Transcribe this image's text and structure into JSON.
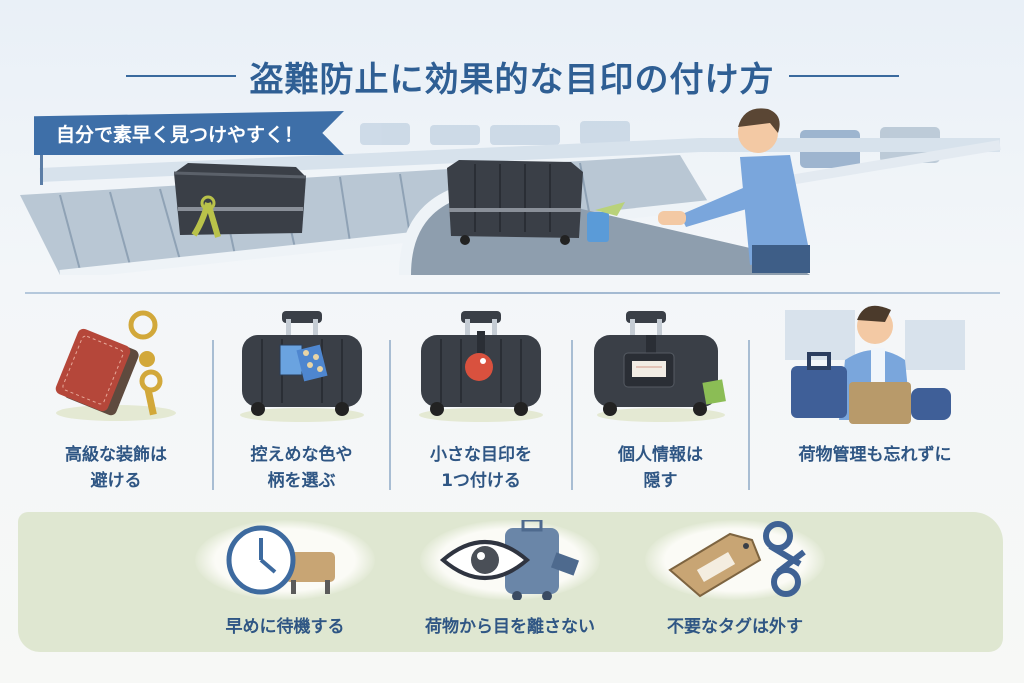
{
  "title": "盗難防止に効果的な目印の付け方",
  "banner": {
    "text": "自分で素早く見つけやすく！"
  },
  "colors": {
    "title": "#2f5f94",
    "banner_bg": "#3e6fa8",
    "label_text": "#2f5684",
    "bottom_band": "#dde6cf",
    "suitcase": "#3a3f47"
  },
  "tips": [
    {
      "label": "高級な装飾は\n避ける",
      "icon": "leather-tag-keys-icon"
    },
    {
      "label": "控えめな色や\n柄を選ぶ",
      "icon": "suitcase-with-tags-icon"
    },
    {
      "label": "小さな目印を\n1つ付ける",
      "icon": "suitcase-red-marker-icon"
    },
    {
      "label": "個人情報は\n隠す",
      "icon": "suitcase-covered-nametag-icon"
    },
    {
      "label": "荷物管理も忘れずに",
      "icon": "person-with-luggage-icon"
    }
  ],
  "habits": [
    {
      "label": "早めに待機する",
      "icon": "clock-icon"
    },
    {
      "label": "荷物から目を離さない",
      "icon": "eye-suitcase-icon"
    },
    {
      "label": "不要なタグは外す",
      "icon": "tag-scissors-icon"
    }
  ]
}
